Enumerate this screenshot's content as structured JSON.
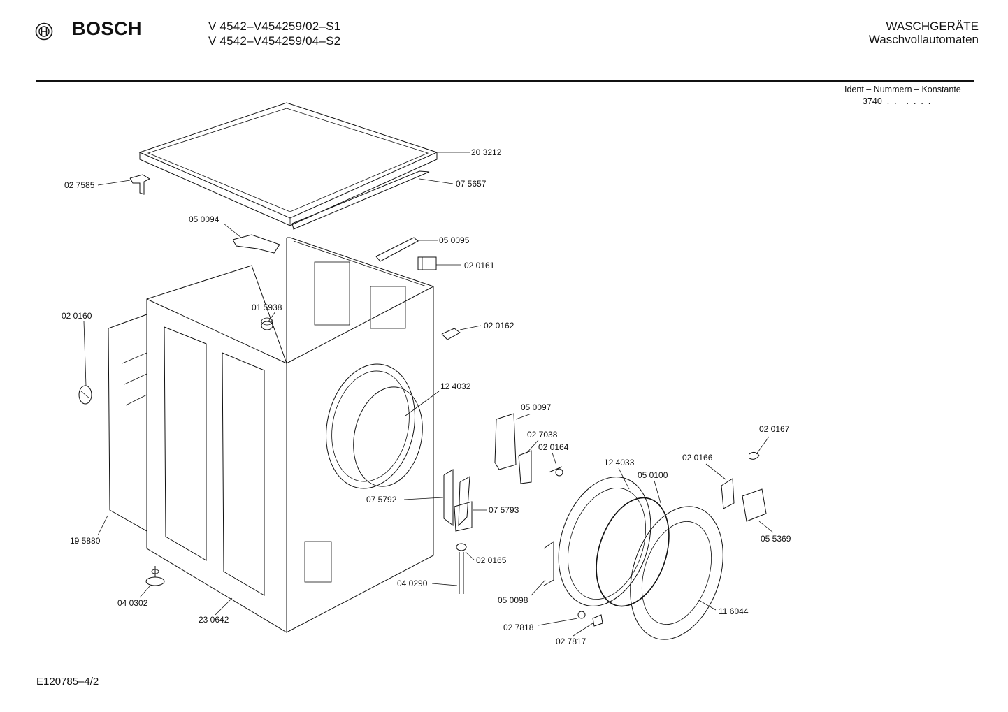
{
  "header": {
    "brand": "BOSCH",
    "model_lines": [
      "V 4542–V454259/02–S1",
      "V 4542–V454259/04–S2"
    ],
    "category_lines": [
      "WASCHGERÄTE",
      "Waschvollautomaten"
    ]
  },
  "ident": {
    "label": "Ident – Nummern – Konstante",
    "value": "3740  .  .    .  .  .  ."
  },
  "parts": [
    {
      "number": "20 3212"
    },
    {
      "number": "07 5657"
    },
    {
      "number": "02 7585"
    },
    {
      "number": "05 0094"
    },
    {
      "number": "05 0095"
    },
    {
      "number": "02 0161"
    },
    {
      "number": "02 0160"
    },
    {
      "number": "01 5938"
    },
    {
      "number": "02 0162"
    },
    {
      "number": "12 4032"
    },
    {
      "number": "05 0097"
    },
    {
      "number": "02 7038"
    },
    {
      "number": "02 0164"
    },
    {
      "number": "02 0167"
    },
    {
      "number": "12 4033"
    },
    {
      "number": "02 0166"
    },
    {
      "number": "05 0100"
    },
    {
      "number": "07 5792"
    },
    {
      "number": "07 5793"
    },
    {
      "number": "19 5880"
    },
    {
      "number": "05 5369"
    },
    {
      "number": "02 0165"
    },
    {
      "number": "04 0290"
    },
    {
      "number": "04 0302"
    },
    {
      "number": "23 0642"
    },
    {
      "number": "05 0098"
    },
    {
      "number": "11 6044"
    },
    {
      "number": "02 7818"
    },
    {
      "number": "02 7817"
    }
  ],
  "footer": {
    "drawing_code": "E120785–4/2"
  }
}
